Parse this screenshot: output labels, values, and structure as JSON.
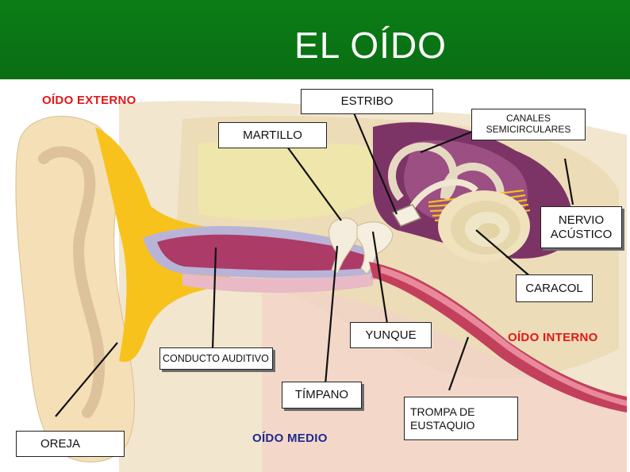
{
  "title": "EL OÍDO",
  "sections": {
    "outer": "OÍDO EXTERNO",
    "middle": "OÍDO MEDIO",
    "inner": "OÍDO INTERNO"
  },
  "labels": {
    "estribo": "ESTRIBO",
    "canales": [
      "CANALES",
      "SEMICIRCULARES"
    ],
    "martillo": "MARTILLO",
    "nervio": [
      "NERVIO",
      "ACÚSTICO"
    ],
    "caracol": "CARACOL",
    "yunque": "YUNQUE",
    "conducto": "CONDUCTO AUDITIVO",
    "timpano": "TÍMPANO",
    "trompa": [
      "TROMPA DE",
      "EUSTAQUIO"
    ],
    "oreja": "OREJA"
  },
  "colors": {
    "header_green": "#0b7d16",
    "section_red": "#e01818",
    "section_blue": "#1f2a8c"
  }
}
